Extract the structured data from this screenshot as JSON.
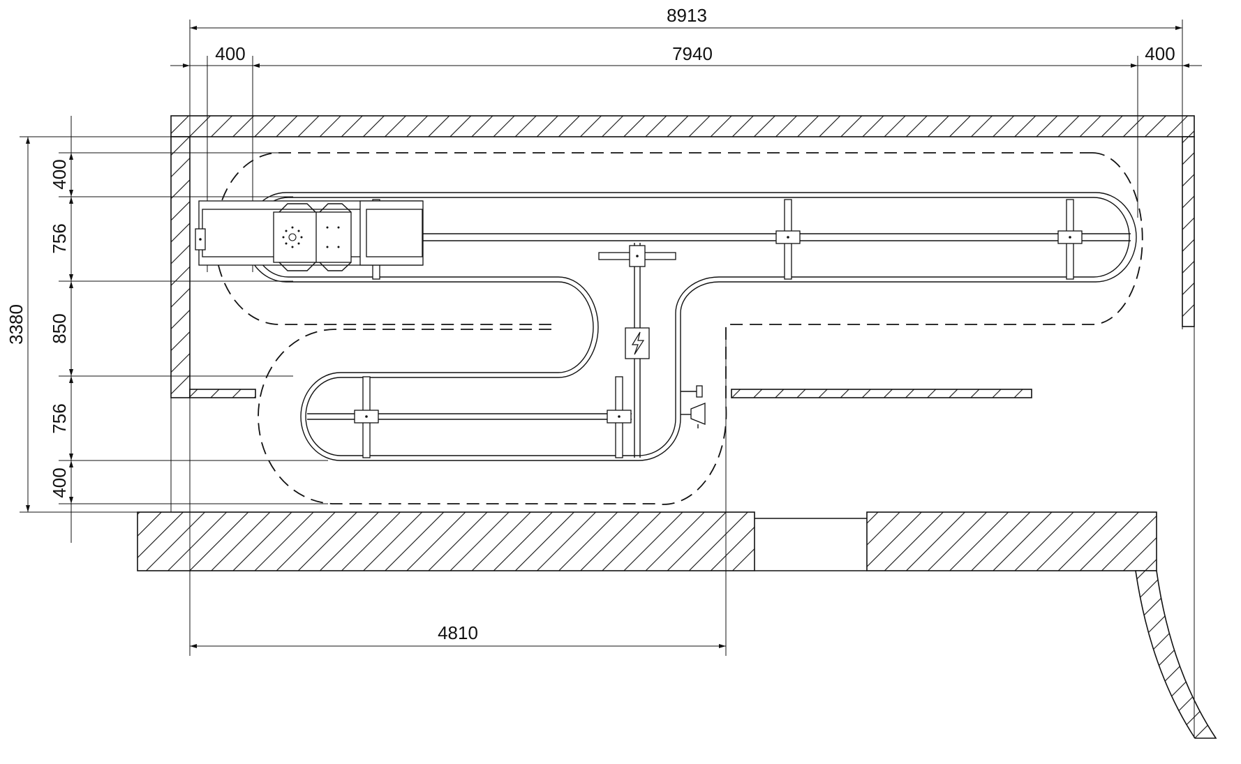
{
  "dimensions": {
    "overall_width": "8913",
    "left_clearance": "400",
    "track_width": "7940",
    "right_clearance": "400",
    "bottom_width": "4810",
    "overall_height": "3380",
    "v_top_clearance": "400",
    "v_upper_loop": "756",
    "v_middle": "850",
    "v_lower_loop": "756",
    "v_bottom_clearance": "400"
  },
  "colors": {
    "line": "#111111",
    "background": "#ffffff"
  },
  "icons": {
    "power_box": "lightning-icon"
  }
}
